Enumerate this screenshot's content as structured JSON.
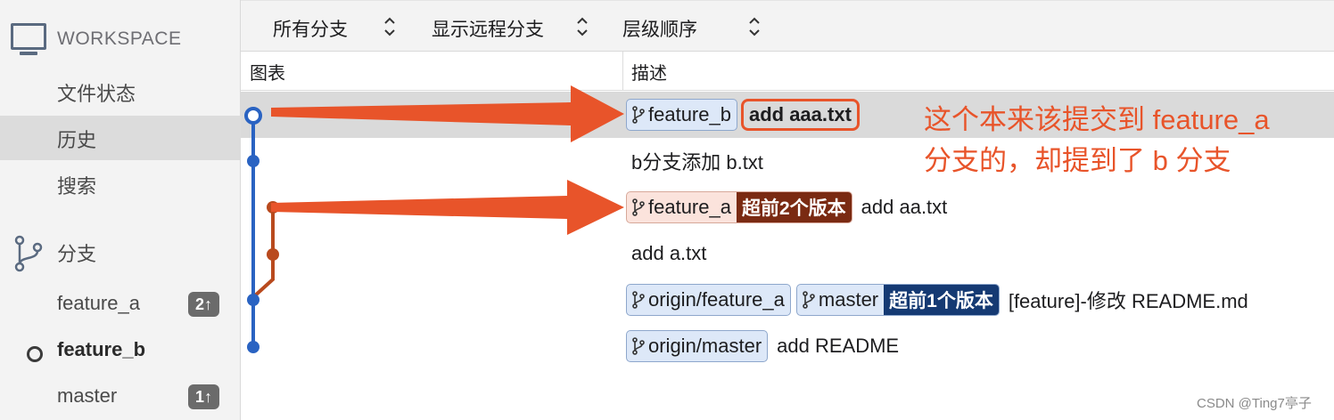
{
  "sidebar": {
    "workspace_label": "WORKSPACE",
    "items": [
      {
        "label": "文件状态"
      },
      {
        "label": "历史"
      },
      {
        "label": "搜索"
      }
    ],
    "branches_label": "分支",
    "branches": [
      {
        "name": "feature_a",
        "badge": "2↑"
      },
      {
        "name": "feature_b",
        "badge": ""
      },
      {
        "name": "master",
        "badge": "1↑"
      }
    ]
  },
  "toolbar": {
    "branches_filter": "所有分支",
    "remote_filter": "显示远程分支",
    "order": "层级顺序"
  },
  "columns": {
    "graph": "图表",
    "description": "描述"
  },
  "commits": [
    {
      "tags": [
        {
          "name": "feature_b",
          "ahead": ""
        }
      ],
      "message": "add aaa.txt"
    },
    {
      "tags": [],
      "message": "b分支添加 b.txt"
    },
    {
      "tags": [
        {
          "name": "feature_a",
          "ahead": "超前2个版本"
        }
      ],
      "message": "add aa.txt"
    },
    {
      "tags": [],
      "message": "add a.txt"
    },
    {
      "tags": [
        {
          "name": "origin/feature_a",
          "ahead": ""
        },
        {
          "name": "master",
          "ahead": "超前1个版本"
        }
      ],
      "message": "[feature]-修改 README.md"
    },
    {
      "tags": [
        {
          "name": "origin/master",
          "ahead": ""
        }
      ],
      "message": "add README"
    }
  ],
  "annotation": {
    "line1": "这个本来该提交到 feature_a",
    "line2": "分支的，却提到了 b 分支"
  },
  "watermark": "CSDN @Ting7亭子",
  "colors": {
    "annotation": "#e8542a",
    "graph_blue": "#2a63c2",
    "graph_red": "#b94a1e",
    "selected_row": "#dadada"
  },
  "icons": [
    "monitor-icon",
    "branch-icon",
    "chevron-updown-icon",
    "git-branch-icon",
    "arrow-icon"
  ]
}
